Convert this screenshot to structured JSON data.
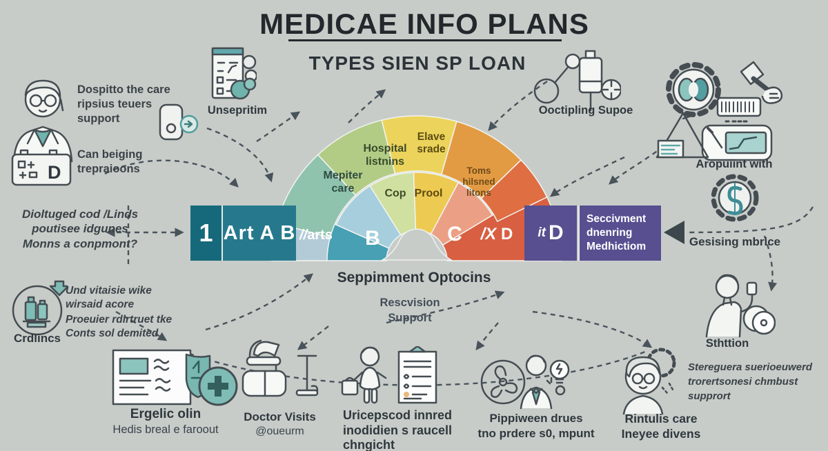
{
  "header": {
    "title": "MEDICAE INFO PLANS",
    "subtitle": "TYPES SIEN SP LOAN"
  },
  "topleft": {
    "doctor_text": "Dospitto the care\nripsius teuers\nsupport",
    "card_letter": "D",
    "card_text": "Can beiging\ntrepraioons"
  },
  "top": {
    "unsepritim_label": "Unsepritim"
  },
  "left": {
    "question_text": "Dioltuged cod /Linds\npoutisee idgunes\nMonns a conpmont?",
    "und_text1": "Und vitaisie wike\nwirsaid acore",
    "und_text2": "Proeuier rdirtruet tke\nConts sol demited",
    "crdlincs_label": "Crdlincs"
  },
  "right": {
    "ooctipling_label": "Ooctipling Supoe",
    "aropuiint_label": "Aropuiint with",
    "gesising_label": "Gesising mbrice",
    "sthtition_label": "Sthttion",
    "stereguera_text": "Stereguera suerioeuwerd\ntrorertsonesi chmbust\nsupprort"
  },
  "center": {
    "heading": "Seppimment Optocins",
    "subtext": "Rescvision\nSupport"
  },
  "bottom": {
    "ergelic_title": "Ergelic olin",
    "ergelic_sub": "Hedis breal e faroout",
    "doctor_visits_title": "Doctor Visits",
    "doctor_visits_sub": "@oueurm",
    "uricepscod_text": "Uricepscod innred\ninodidien s raucell\nchngicht",
    "pippiween_text": "Pippiween drues\ntno prdere s0, mpunt",
    "rintulis_text": "Rintulis care\nIneyee divens"
  },
  "chart_data": {
    "type": "gauge",
    "title": "MEDICAE INFO PLANS",
    "subtitle": "TYPES SIEN SP LOAN",
    "bar_segments": [
      {
        "label": "1",
        "color": "#16697b"
      },
      {
        "label": "Art A B",
        "color": "#26798c"
      },
      {
        "label_prefix": "//",
        "label": "arts",
        "color": "#47a0b3"
      },
      {
        "label": "B",
        "color": "#a6cedd"
      },
      {
        "label": "C",
        "color": "#eba085"
      },
      {
        "label_prefix": "/X",
        "label": "D",
        "color": "#d85f41"
      },
      {
        "label_prefix": "it",
        "label": "D",
        "color": "#574f90"
      },
      {
        "label": "Seccivment\ndnenring\nMedhictiom",
        "color": "#574f90"
      }
    ],
    "outer_ring": [
      {
        "label": "",
        "color": "#b2cbd6"
      },
      {
        "label": "Mepiter\ncare",
        "color": "#8fc3ae"
      },
      {
        "label": "Hospital\nlistnins",
        "color": "#b2cc86"
      },
      {
        "label": "Elave\nsrade",
        "color": "#ecd35b"
      },
      {
        "label": "Toms\nhilsned\nlitons",
        "color": "#e39b43"
      },
      {
        "label": "",
        "color": "#df6f42"
      }
    ],
    "inner_ring": [
      {
        "label": "Cop",
        "color": "#cfe0a0"
      },
      {
        "label": "Prool",
        "color": "#edca51"
      }
    ]
  }
}
